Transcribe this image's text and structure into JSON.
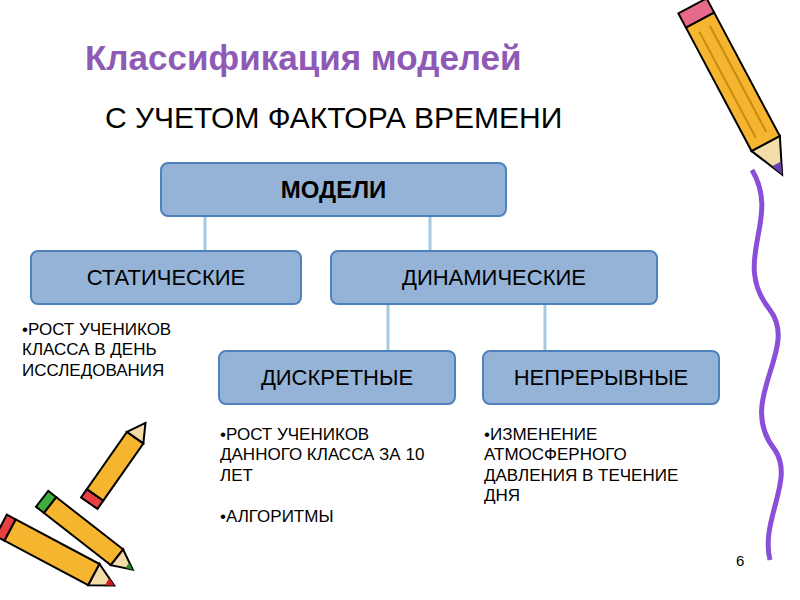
{
  "diagram": {
    "title": "Классификация моделей",
    "nodes": [
      {
        "text": [
          "МОДЕЛИ"
        ]
      },
      {
        "text": [
          "СТАТИЧЕСКИЕ"
        ]
      },
      {
        "text": [
          "ДИНАМИЧЕСКИЕ"
        ]
      },
      {
        "text": [
          "ДИСКРЕТНЫЕ"
        ]
      },
      {
        "text": [
          "НЕПРЕРЫВНЫЕ"
        ]
      }
    ],
    "edges": [
      {
        "from": 0,
        "to": 1,
        "arrow": "none"
      },
      {
        "from": 0,
        "to": 2,
        "arrow": "none"
      },
      {
        "from": 2,
        "to": 3,
        "arrow": "none"
      },
      {
        "from": 2,
        "to": 4,
        "arrow": "none"
      }
    ],
    "labels": [
      "С УЧЕТОМ ФАКТОРА ВРЕМЕНИ",
      "•РОСТ УЧЕНИКОВ КЛАССА В ДЕНЬ ИССЛЕДОВАНИЯ",
      "•РОСТ УЧЕНИКОВ ДАННОГО КЛАССА ЗА 10 ЛЕТ",
      "•АЛГОРИТМЫ",
      "•ИЗМЕНЕНИЕ АТМОСФЕРНОГО ДАВЛЕНИЯ В ТЕЧЕНИЕ ДНЯ",
      "6"
    ]
  }
}
